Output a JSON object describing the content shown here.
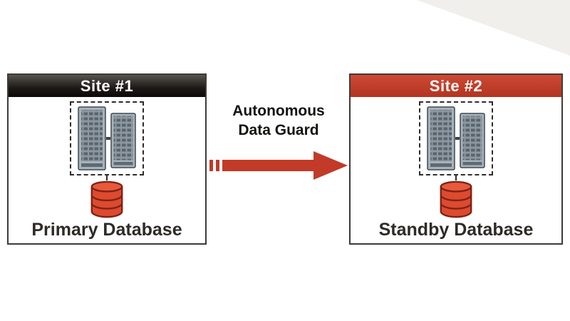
{
  "diagram": {
    "arrow_label": {
      "line1": "Autonomous",
      "line2": "Data Guard"
    },
    "sites": [
      {
        "header": "Site #1",
        "database_label": "Primary Database",
        "server_icon": "server-rack-icon",
        "database_icon": "database-cylinder-icon"
      },
      {
        "header": "Site #2",
        "database_label": "Standby Database",
        "server_icon": "server-rack-icon",
        "database_icon": "database-cylinder-icon"
      }
    ],
    "colors": {
      "site1_header": "#1b1815",
      "site2_header": "#c03a27",
      "arrow": "#c23a28",
      "database": "#dd4a2f",
      "server": "#9aa4ad",
      "corner_decor": "#f1efec"
    }
  }
}
